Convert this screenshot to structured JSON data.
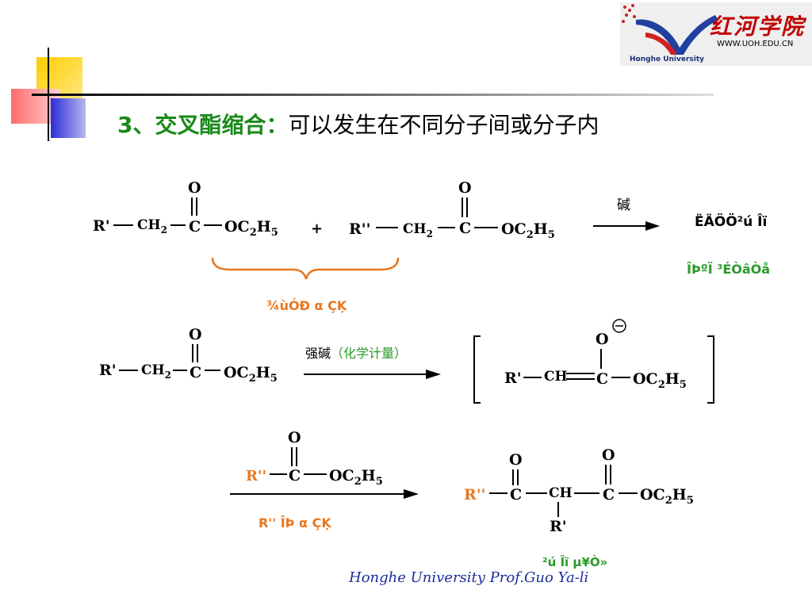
{
  "title": {
    "number": "3、交叉酯缩合：",
    "text": "可以发生在不同分子间或分子内"
  },
  "logo": {
    "cn": "红河学院",
    "url": "WWW.UOH.EDU.CN",
    "en": "Honghe University"
  },
  "labels": {
    "base1": "碱",
    "product1_garbled": "ËÄÖÖ²ú Îï",
    "product1_note_garbled": "ÎÞºÏ ³ÉÒâÒå",
    "note1_garbled": "¾ùÓÐ α ÇĶ",
    "base2_a": "强碱",
    "base2_b": "（化学计量）",
    "note2_garbled": "R'' ÎÞ α ÇĶ",
    "product3_garbled": "²ú Îï µ¥Ò»"
  },
  "chem": {
    "O": "O",
    "C": "C",
    "CH": "CH",
    "CH2": "CH",
    "sub2": "2",
    "sub5": "5",
    "OC2H5_a": "OC",
    "OC2H5_b": "H",
    "R1": "R'",
    "R2": "R''",
    "plus": "+"
  },
  "footer": "Honghe University  Prof.Guo Ya-li",
  "colors": {
    "green": "#1a8a1a",
    "orange": "#e8771e",
    "blue": "#1d2e9a",
    "red": "#c00000"
  }
}
